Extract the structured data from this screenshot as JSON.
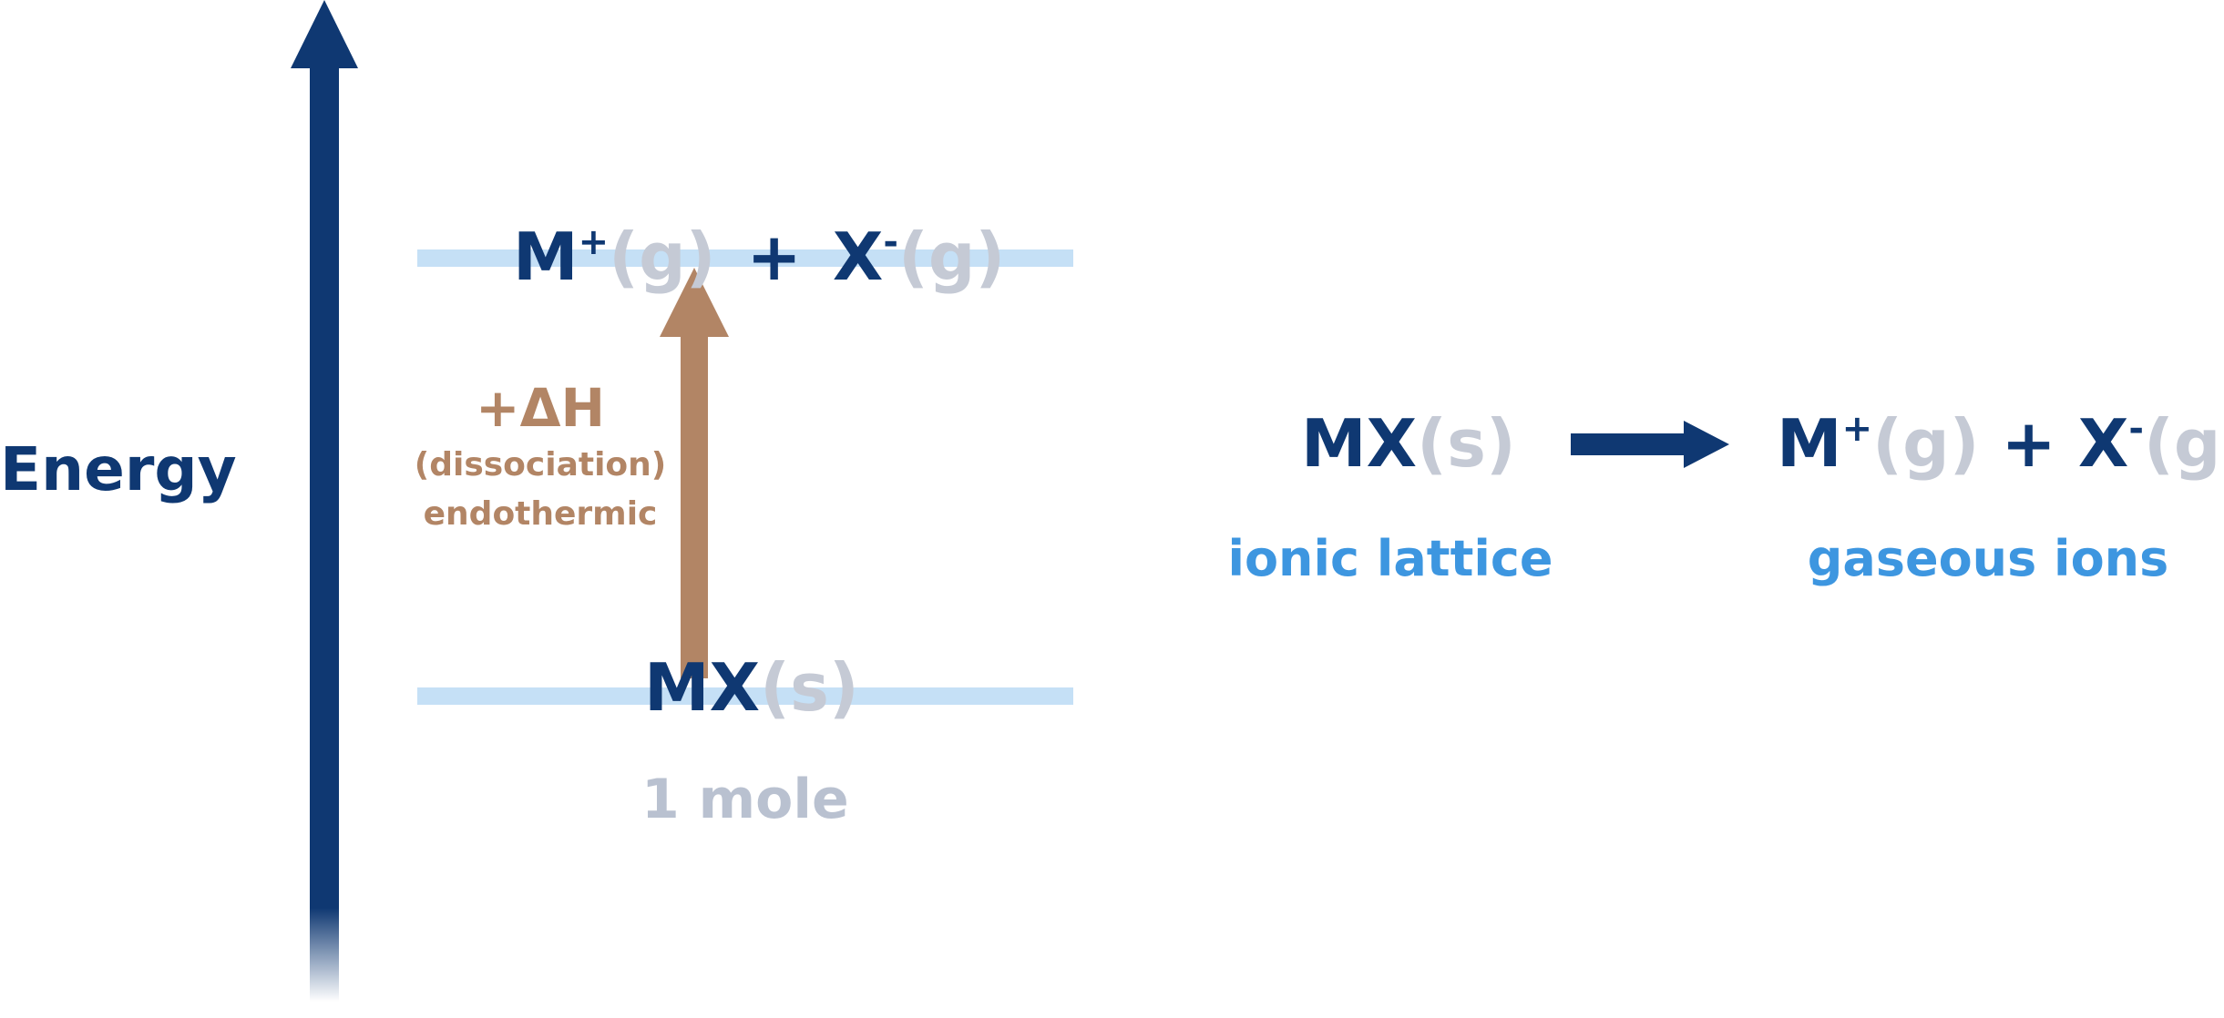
{
  "colors": {
    "navy": "#0f3872",
    "state_gray": "#c5cad5",
    "level_line": "#c5e0f6",
    "endo_arrow": "#b28565",
    "caption_blue": "#3d96e0",
    "mole_gray": "#b9c1d0"
  },
  "axis": {
    "label": "Energy"
  },
  "upper_level": {
    "M": "M",
    "M_charge": "+",
    "M_state": "(g)",
    "plus": "+",
    "X": "X",
    "X_charge": "-",
    "X_state": "(g)"
  },
  "lower_level": {
    "species": "MX",
    "state": "(s)",
    "amount": "1 mole"
  },
  "enthalpy": {
    "value": "+ΔH",
    "process": "(dissociation)",
    "type": "endothermic"
  },
  "equation": {
    "reactant": "MX",
    "reactant_state": "(s)",
    "reactant_caption": "ionic lattice",
    "product_M": "M",
    "product_M_charge": "+",
    "product_M_state": "(g)",
    "plus": "+",
    "product_X": "X",
    "product_X_charge": "-",
    "product_X_state": "(g)",
    "product_caption": "gaseous ions"
  }
}
